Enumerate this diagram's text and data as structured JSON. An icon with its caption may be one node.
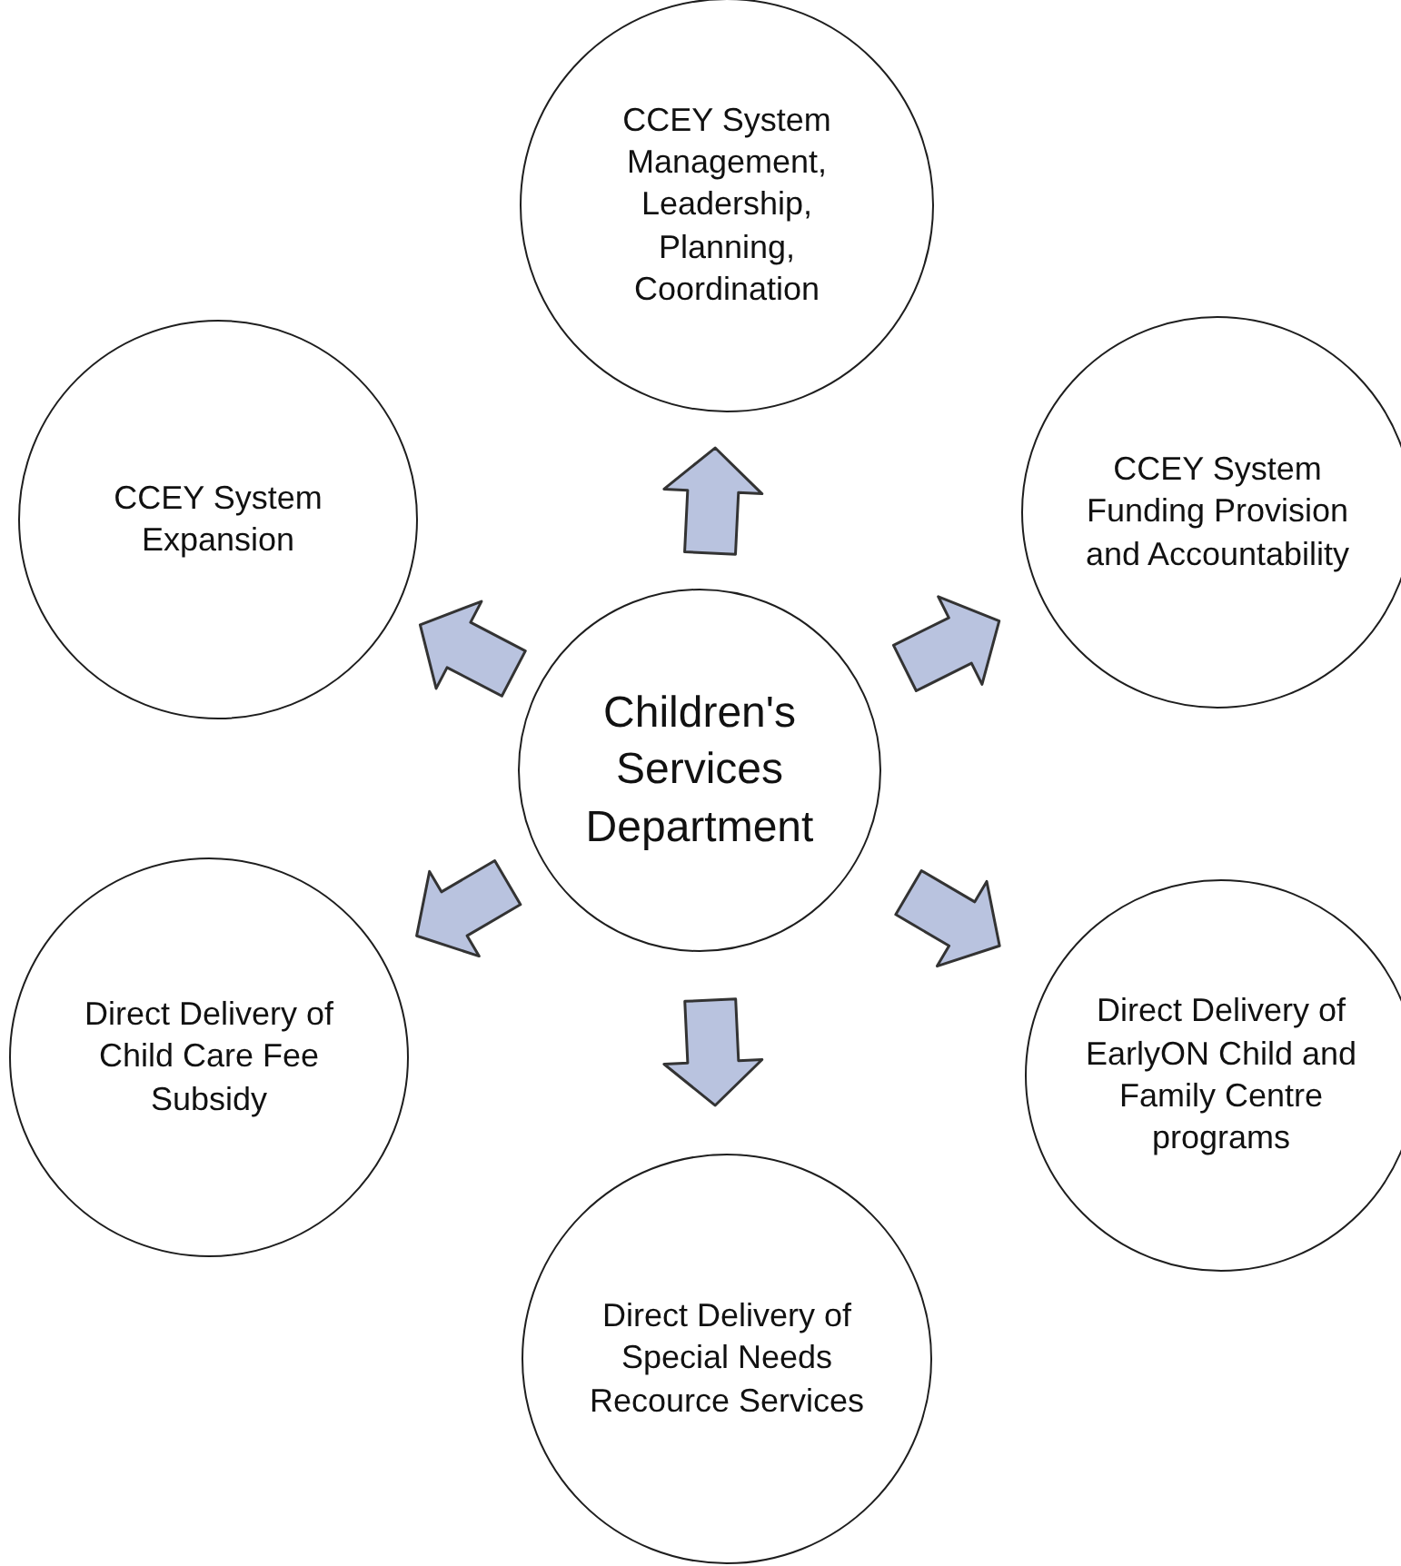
{
  "diagram": {
    "nodes": [
      {
        "text": [
          "CCEY System Management, Leadership, Planning, Coordination"
        ]
      },
      {
        "text": [
          "CCEY System Expansion"
        ]
      },
      {
        "text": [
          "CCEY System Funding Provision and Accountability"
        ]
      },
      {
        "text": [
          "Children's Services Department"
        ]
      },
      {
        "text": [
          "Direct Delivery of Child Care Fee Subsidy"
        ]
      },
      {
        "text": [
          "Direct Delivery of EarlyON Child and Family Centre programs"
        ]
      },
      {
        "text": [
          "Direct Delivery of Special Needs Recource Services"
        ]
      }
    ],
    "edges": [
      {
        "from": 3,
        "to": 0,
        "arrow": "to"
      },
      {
        "from": 3,
        "to": 1,
        "arrow": "to"
      },
      {
        "from": 3,
        "to": 2,
        "arrow": "to"
      },
      {
        "from": 3,
        "to": 4,
        "arrow": "to"
      },
      {
        "from": 3,
        "to": 5,
        "arrow": "to"
      },
      {
        "from": 3,
        "to": 6,
        "arrow": "to"
      }
    ]
  }
}
